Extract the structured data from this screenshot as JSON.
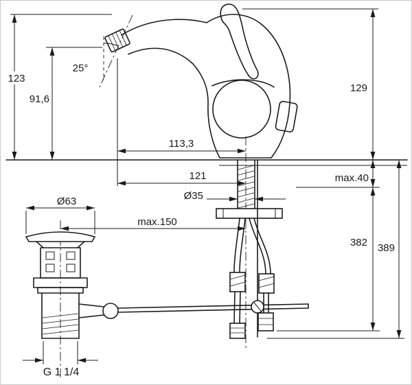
{
  "diagram": {
    "labels": {
      "d123": "123",
      "d91_6": "91,6",
      "angle25": "25°",
      "d129": "129",
      "d113_3": "113,3",
      "d121": "121",
      "max40": "max.40",
      "dia63": "Ø63",
      "dia35": "Ø35",
      "max150": "max.150",
      "d382": "382",
      "d389": "389",
      "thread": "G 1 1/4"
    },
    "colors": {
      "line": "#1a1a1a",
      "background": "#ffffff",
      "border": "#c9c9c9"
    }
  }
}
